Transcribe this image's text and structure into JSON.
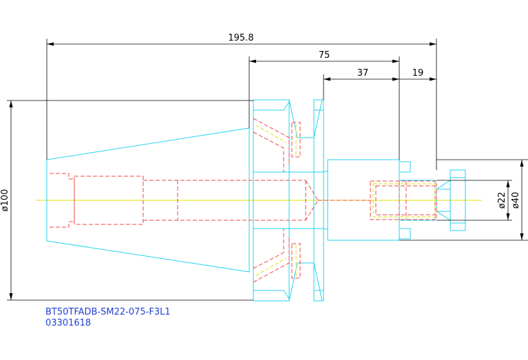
{
  "dimensions": {
    "overall_length": "195.8",
    "body_length": "75",
    "nose_length": "37",
    "collet_length": "19",
    "taper_diameter": "ø100",
    "bore_diameter": "ø22",
    "nose_diameter": "ø40"
  },
  "part": {
    "code": "BT50TFADB-SM22-075-F3L1",
    "serial": "03301618"
  },
  "colors": {
    "outline": "#22d3ee",
    "hidden": "#ef4444",
    "centerline": "#e0e000",
    "dimension": "#000000",
    "title_text": "#1f3fd6"
  }
}
